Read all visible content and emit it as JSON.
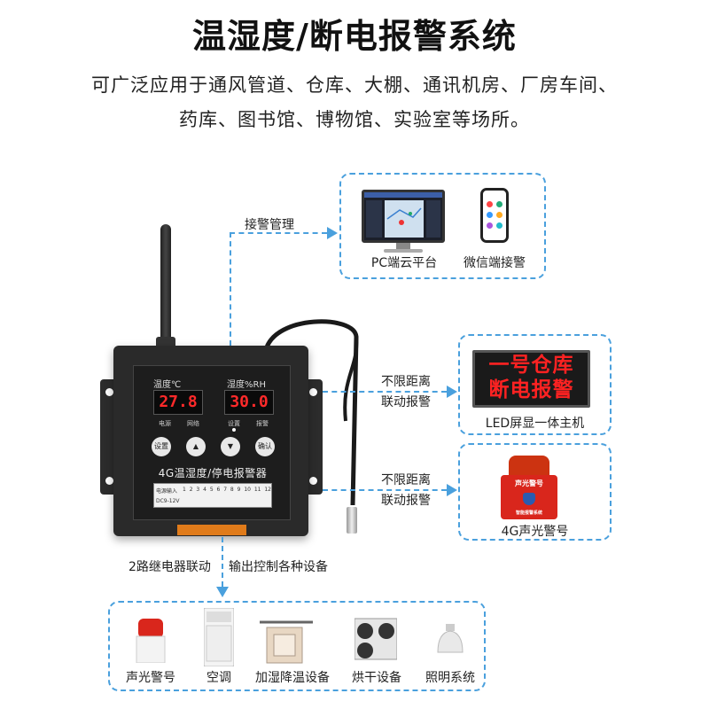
{
  "header": {
    "title": "温湿度/断电报警系统",
    "subtitle_line1": "可广泛应用于通风管道、仓库、大棚、通讯机房、厂房车间、",
    "subtitle_line2": "药库、图书馆、博物馆、实验室等场所。"
  },
  "links": {
    "alarm_mgmt": "接警管理",
    "unlimited_1": "不限距离",
    "linked_alarm_1": "联动报警",
    "unlimited_2": "不限距离",
    "linked_alarm_2": "联动报警",
    "relay_linkage": "2路继电器联动",
    "output_control": "输出控制各种设备"
  },
  "platforms": {
    "pc_label": "PC端云平台",
    "wechat_label": "微信端接警"
  },
  "led": {
    "line1": "一号仓库",
    "line2": "断电报警",
    "caption": "LED屏显一体主机"
  },
  "alarm": {
    "top_text": "声光警号",
    "small_text": "智能报警系统",
    "caption": "4G声光警号"
  },
  "device": {
    "temp_label": "温度℃",
    "humid_label": "湿度%RH",
    "temp_value": "27.8",
    "humid_value": "30.0",
    "ind_power": "电源",
    "ind_network": "网络",
    "ind_setting": "设置",
    "ind_alarm": "报警",
    "btn_set": "设置",
    "btn_up": "▲",
    "btn_down": "▼",
    "btn_ok": "确认",
    "name": "4G温湿度/停电报警器",
    "terminal_power": "电源输入",
    "terminal_voltage": "DC9-12V",
    "terminal_nums": [
      "1",
      "2",
      "3",
      "4",
      "5",
      "6",
      "7",
      "8",
      "9",
      "10",
      "11",
      "12"
    ]
  },
  "outputs": [
    {
      "label": "声光警号",
      "icon": "siren-icon"
    },
    {
      "label": "空调",
      "icon": "air-conditioner-icon"
    },
    {
      "label": "加湿降温设备",
      "icon": "humidifier-icon"
    },
    {
      "label": "烘干设备",
      "icon": "dryer-icon"
    },
    {
      "label": "照明系统",
      "icon": "lamp-icon"
    }
  ],
  "colors": {
    "accent": "#4aa0dd",
    "led_red": "#ff2222",
    "terminal_orange": "#e07b1a"
  }
}
